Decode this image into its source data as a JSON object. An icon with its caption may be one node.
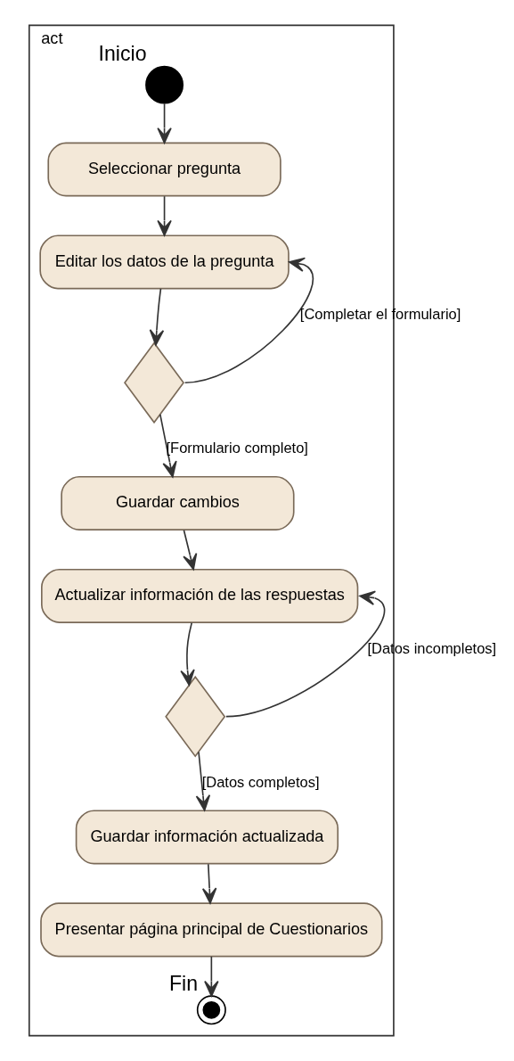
{
  "diagram": {
    "nodes": [
      {
        "text": [
          "act"
        ]
      },
      {
        "text": [],
        "shape": "circle",
        "beside": [
          "Inicio"
        ],
        "in": 0
      },
      {
        "text": [
          "Seleccionar pregunta"
        ],
        "in": 0
      },
      {
        "text": [
          "Editar los datos de la pregunta"
        ],
        "in": 0
      },
      {
        "text": [],
        "shape": "diamond",
        "in": 0
      },
      {
        "text": [
          "Guardar cambios"
        ],
        "in": 0
      },
      {
        "text": [
          "Actualizar información de las respuestas"
        ],
        "in": 0
      },
      {
        "text": [],
        "shape": "diamond",
        "in": 0
      },
      {
        "text": [
          "Guardar información actualizada"
        ],
        "in": 0
      },
      {
        "text": [
          "Presentar página principal de Cuestionarios"
        ],
        "in": 0
      },
      {
        "text": [],
        "shape": "circle",
        "beside": [
          "Fin"
        ],
        "in": 0
      }
    ],
    "edges": [
      {
        "from": 1,
        "to": 2,
        "arrow": "to"
      },
      {
        "from": 2,
        "to": 3,
        "arrow": "to"
      },
      {
        "from": 3,
        "to": 4,
        "arrow": "to"
      },
      {
        "from": 4,
        "to": 3,
        "arrow": "to",
        "label": "[Completar el formulario]"
      },
      {
        "from": 4,
        "to": 5,
        "arrow": "to",
        "label": "[Formulario completo]"
      },
      {
        "from": 5,
        "to": 6,
        "arrow": "to"
      },
      {
        "from": 6,
        "to": 7,
        "arrow": "to"
      },
      {
        "from": 7,
        "to": 6,
        "arrow": "to",
        "label": "[Datos incompletos]"
      },
      {
        "from": 7,
        "to": 8,
        "arrow": "to",
        "label": "[Datos completos]"
      },
      {
        "from": 8,
        "to": 9,
        "arrow": "to"
      },
      {
        "from": 9,
        "to": 10,
        "arrow": "to"
      }
    ]
  }
}
